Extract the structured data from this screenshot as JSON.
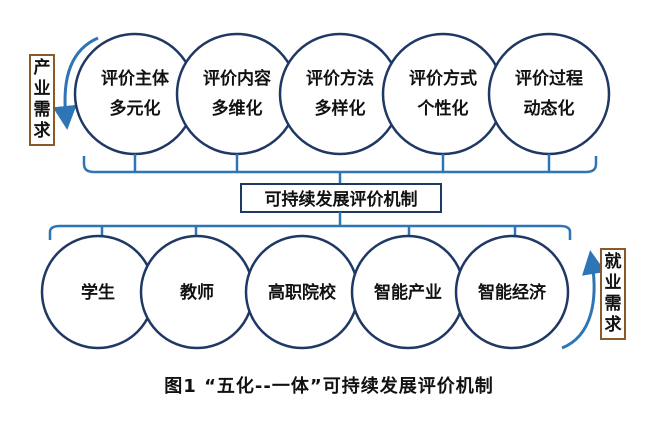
{
  "top_nodes": [
    {
      "line1": "评价主体",
      "line2": "多元化"
    },
    {
      "line1": "评价内容",
      "line2": "多维化"
    },
    {
      "line1": "评价方法",
      "line2": "多样化"
    },
    {
      "line1": "评价方式",
      "line2": "个性化"
    },
    {
      "line1": "评价过程",
      "line2": "动态化"
    }
  ],
  "center_label": "可持续发展评价机制",
  "bottom_nodes": [
    "学生",
    "教师",
    "高职院校",
    "智能产业",
    "智能经济"
  ],
  "left_tag": [
    "产",
    "业",
    "需",
    "求"
  ],
  "right_tag": [
    "就",
    "业",
    "需",
    "求"
  ],
  "caption": "图1 “五化--一体”可持续发展评价机制",
  "colors": {
    "circle_border": "#1f3864",
    "brace": "#2e75b6",
    "arrow": "#2e75b6",
    "tag_border": "#8b5a2b"
  }
}
